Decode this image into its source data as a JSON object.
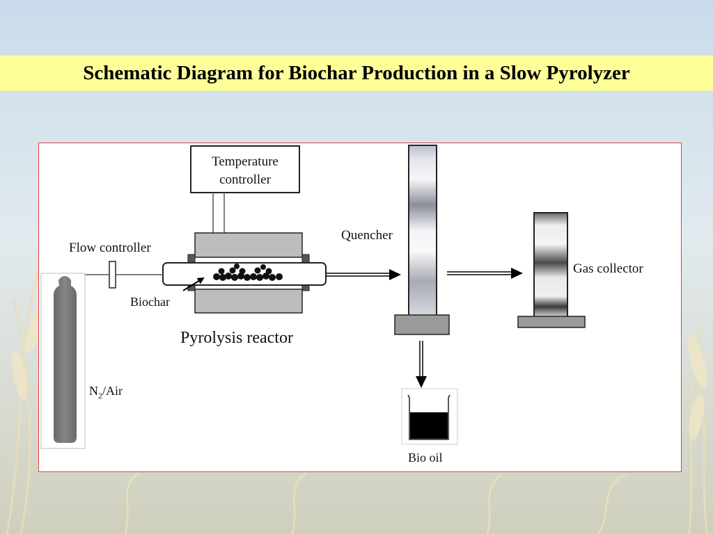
{
  "slide": {
    "title": "Schematic Diagram for Biochar Production in a Slow Pyrolyzer"
  },
  "diagram": {
    "labels": {
      "temperature_controller_line1": "Temperature",
      "temperature_controller_line2": "controller",
      "flow_controller": "Flow controller",
      "biochar": "Biochar",
      "pyrolysis_reactor": "Pyrolysis reactor",
      "quencher": "Quencher",
      "gas_collector": "Gas collector",
      "bio_oil": "Bio oil",
      "gas_cylinder_prefix": "N",
      "gas_cylinder_subscript": "2",
      "gas_cylinder_suffix": "/Air"
    }
  },
  "colors": {
    "title_band": "#ffff99",
    "frame_border": "#e04040",
    "cylinder": "#7a7a78",
    "reactor_block": "#bdbdbd",
    "biochar_particles": "#111111",
    "bio_oil": "#000000"
  }
}
